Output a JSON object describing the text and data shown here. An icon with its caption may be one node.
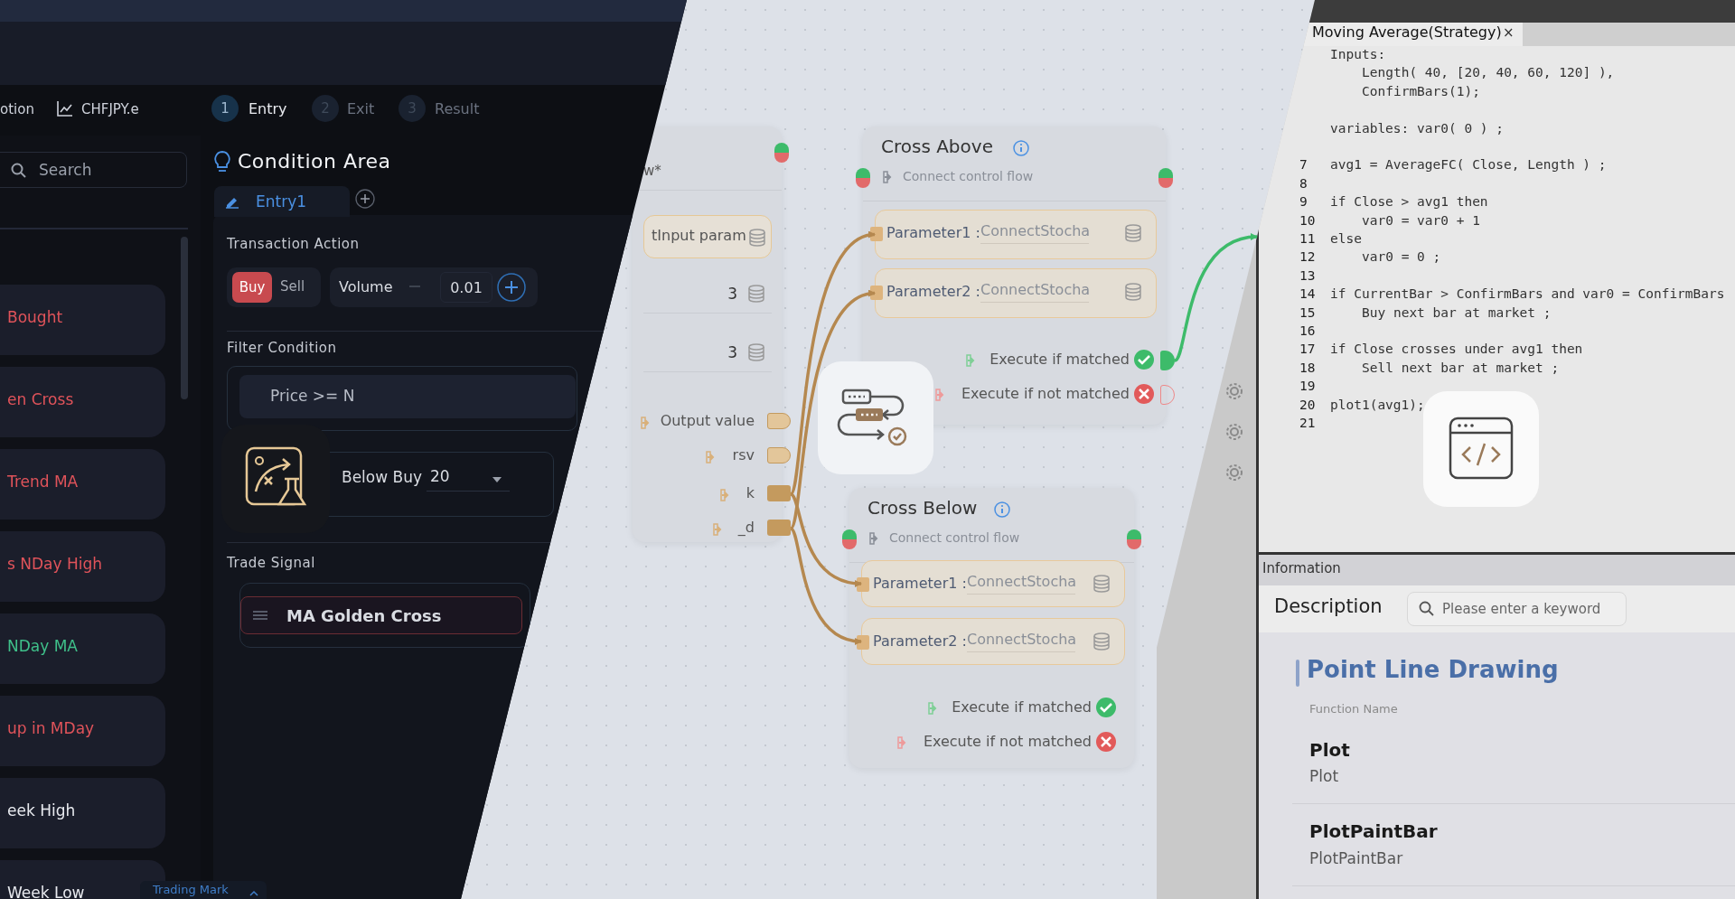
{
  "diagram": {
    "nodes": [
      {
        "text": [
          "w*"
        ]
      },
      {
        "text": [
          "tInput param"
        ],
        "in": 0
      },
      {
        "text": [
          "3"
        ],
        "in": 0
      },
      {
        "text": [
          "3"
        ],
        "in": 0
      },
      {
        "text": [
          "Output value"
        ],
        "in": 0
      },
      {
        "text": [
          "rsv"
        ],
        "in": 0
      },
      {
        "text": [
          "k"
        ],
        "in": 0
      },
      {
        "text": [
          "_d"
        ],
        "in": 0
      },
      {
        "text": [
          "Cross Above",
          "Connect control flow"
        ]
      },
      {
        "text": [
          "Parameter1 :",
          "ConnectStocha"
        ],
        "in": 8
      },
      {
        "text": [
          "Parameter2 :",
          "ConnectStocha"
        ],
        "in": 8
      },
      {
        "text": [
          "Execute if matched"
        ],
        "in": 8
      },
      {
        "text": [
          "Execute if not matched"
        ],
        "in": 8
      },
      {
        "text": [
          "Cross Below",
          "Connect control flow"
        ]
      },
      {
        "text": [
          "Parameter1 :",
          "ConnectStocha"
        ],
        "in": 13
      },
      {
        "text": [
          "Parameter2 :",
          "ConnectStocha"
        ],
        "in": 13
      },
      {
        "text": [
          "Execute if matched"
        ],
        "in": 13
      },
      {
        "text": [
          "Execute if not matched"
        ],
        "in": 13
      }
    ],
    "edges": [
      {
        "from": 6,
        "to": 9,
        "arrow": "to"
      },
      {
        "from": 7,
        "to": 10,
        "arrow": "to"
      },
      {
        "from": 6,
        "to": 14,
        "arrow": "to"
      },
      {
        "from": 7,
        "to": 15,
        "arrow": "to"
      },
      {
        "from": 11,
        "to": null,
        "arrow": "to",
        "color": "#3dbb6a"
      }
    ],
    "labels": [
      "otion",
      "CHFJPY.e",
      "1",
      "Entry",
      "2",
      "Exit",
      "3",
      "Result",
      "Search",
      "Condition Area",
      "Entry1",
      "Transaction Action",
      "Buy",
      "Sell",
      "Volume",
      "0.01",
      "Filter Condition",
      "Price >= N",
      "Below Buy",
      "20",
      "Trade Signal",
      "MA Golden Cross",
      "Bought",
      "en Cross",
      "Trend MA",
      "s NDay High",
      "NDay MA",
      "up in MDay",
      "eek High",
      "Week Low",
      "Trading Mark",
      "Moving Average(Strategy)",
      "×",
      "Inputs:",
      "Length( 40, [20, 40, 60, 120] ),",
      "ConfirmBars(1);",
      "variables: var0( 0 ) ;",
      "7",
      "avg1 = AverageFC( Close, Length ) ;",
      "8",
      "9",
      "if Close > avg1 then",
      "10",
      "var0 = var0 + 1",
      "11",
      "else",
      "12",
      "var0 = 0 ;",
      "13",
      "14",
      "if CurrentBar > ConfirmBars and var0 = ConfirmBars",
      "15",
      "Buy next bar at market ;",
      "16",
      "17",
      "if Close crosses under avg1 then",
      "18",
      "Sell next bar at market ;",
      "19",
      "20",
      "plot1(avg1);",
      "21",
      "Information",
      "Description",
      "Please enter a keyword",
      "Point Line Drawing",
      "Function Name",
      "Plot",
      "Plot",
      "PlotPaintBar",
      "PlotPaintBar"
    ]
  }
}
